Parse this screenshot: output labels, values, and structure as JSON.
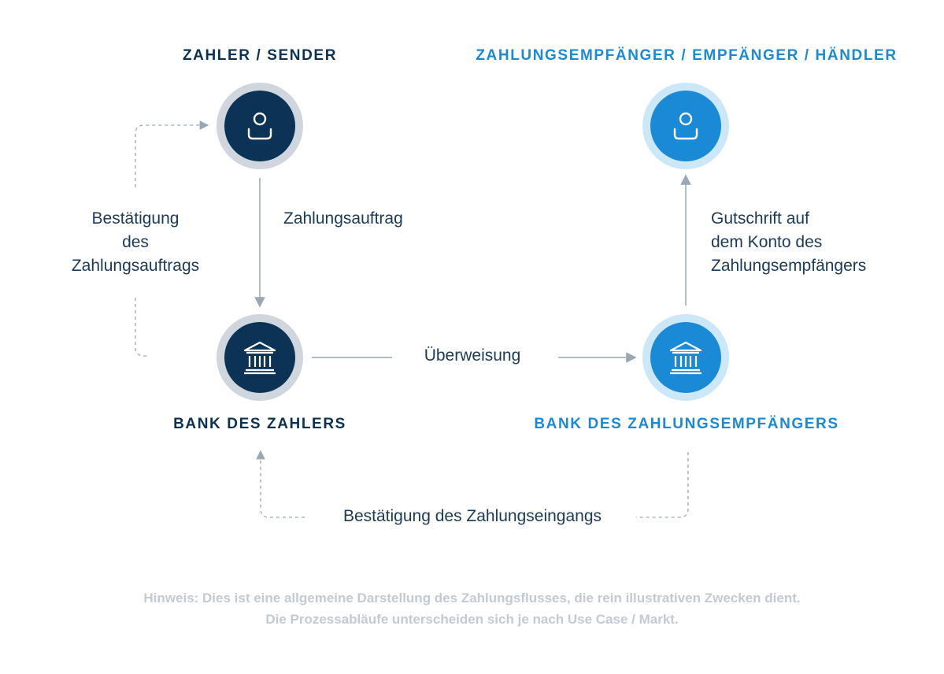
{
  "nodes": {
    "payer": {
      "heading": "ZAHLER / SENDER",
      "icon": "user-icon"
    },
    "payee": {
      "heading": "ZAHLUNGSEMPFÄNGER / EMPFÄNGER / HÄNDLER",
      "icon": "user-icon"
    },
    "payer_bank": {
      "heading": "BANK DES ZAHLERS",
      "icon": "bank-icon"
    },
    "payee_bank": {
      "heading": "BANK DES ZAHLUNGSEMPFÄNGERS",
      "icon": "bank-icon"
    }
  },
  "edges": {
    "payment_order": "Zahlungsauftrag",
    "order_confirmation": [
      "Bestätigung",
      "des",
      "Zahlungsauftrags"
    ],
    "transfer": "Überweisung",
    "credit": [
      "Gutschrift auf",
      "dem Konto des",
      "Zahlungsempfängers"
    ],
    "receipt_confirmation": "Bestätigung des Zahlungseingangs"
  },
  "note": [
    "Hinweis: Dies ist eine allgemeine Darstellung des Zahlungsflusses, die rein illustrativen Zwecken dient.",
    "Die Prozessabläufe unterscheiden sich je nach Use Case / Markt."
  ],
  "colors": {
    "dark": "#0c3355",
    "blue": "#1a8ad6",
    "dark_ring": "#cfd6dd",
    "blue_ring": "#cce7f8",
    "connector": "#9aa7b4",
    "note_text": "#c3cad1"
  }
}
